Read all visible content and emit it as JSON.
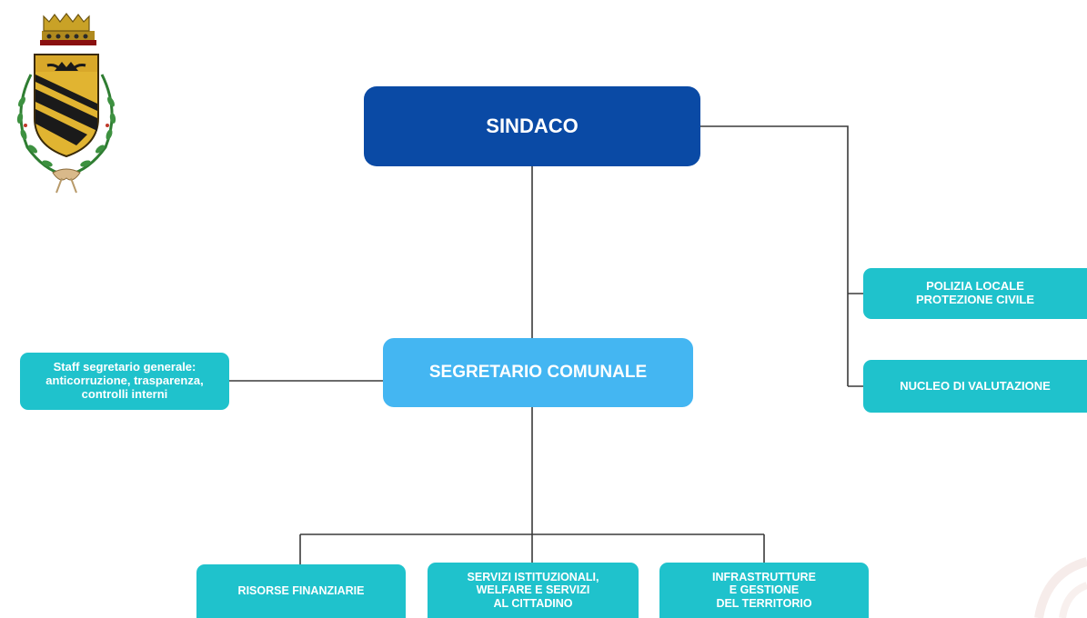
{
  "org_chart": {
    "sindaco": "SINDACO",
    "segretario": "SEGRETARIO COMUNALE",
    "staff": "Staff segretario generale:\nanticorruzione, trasparenza,\ncontrolli interni",
    "polizia": "POLIZIA LOCALE\nPROTEZIONE CIVILE",
    "nucleo": "NUCLEO DI VALUTAZIONE",
    "risorse": "RISORSE FINANZIARIE",
    "servizi": "SERVIZI ISTITUZIONALI,\nWELFARE E SERVIZI\nAL CITTADINO",
    "infrastrutture": "INFRASTRUTTURE\nE GESTIONE\nDEL TERRITORIO"
  },
  "colors": {
    "sindaco": "#0a4aa5",
    "segretario": "#44b6f2",
    "unit": "#1fc2cc",
    "connector": "#3a3a3a"
  },
  "logo": {
    "icon": "municipal-coat-of-arms-icon"
  }
}
